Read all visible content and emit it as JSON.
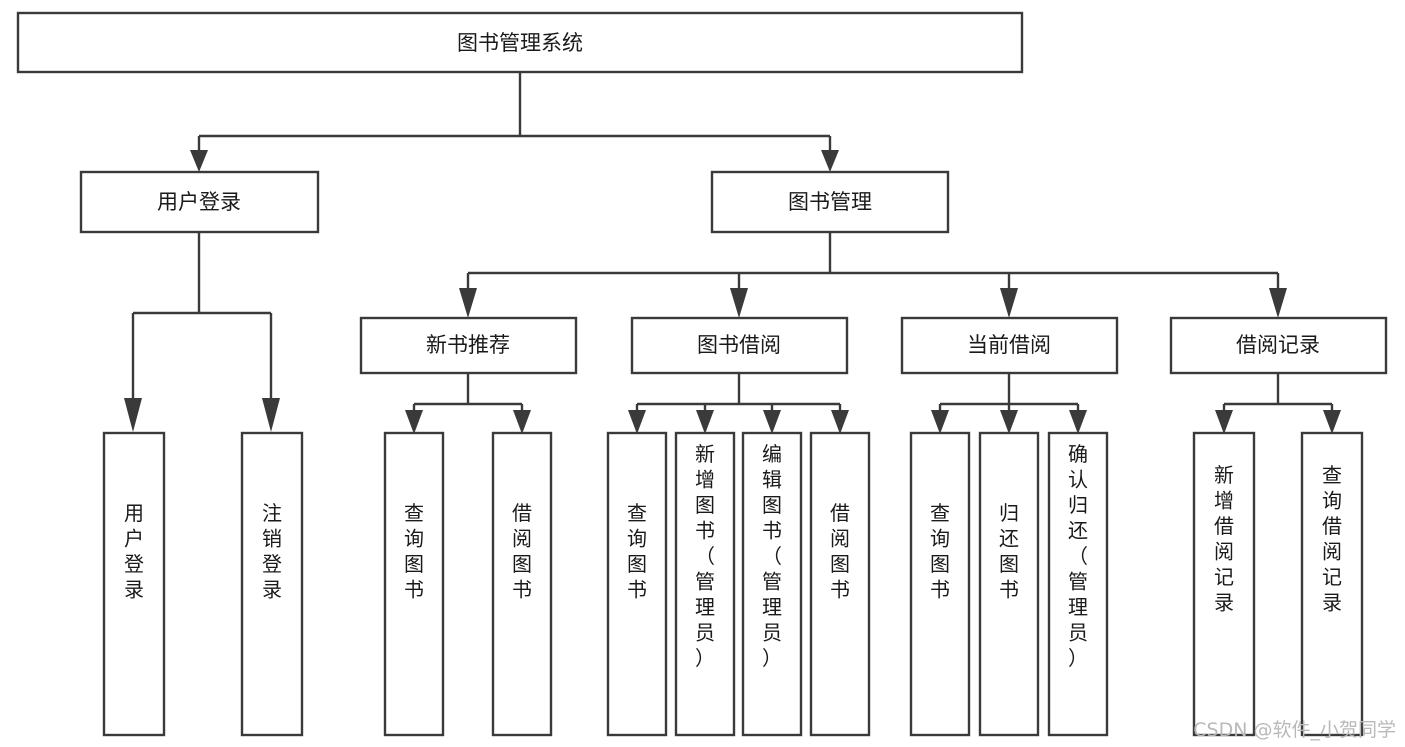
{
  "diagram": {
    "type": "tree-hierarchy",
    "title": "图书管理系统",
    "orientation": "top-down",
    "background_color": "#ffffff",
    "box_stroke_color": "#3a3a3a",
    "box_fill_color": "#ffffff",
    "text_color": "#1a1a1a"
  },
  "nodes": {
    "root": {
      "label": "图书管理系统",
      "level": 0,
      "orientation": "horizontal"
    },
    "l1": [
      {
        "id": "user-login",
        "label": "用户登录",
        "level": 1,
        "orientation": "horizontal"
      },
      {
        "id": "book-management",
        "label": "图书管理",
        "level": 1,
        "orientation": "horizontal"
      }
    ],
    "l2": [
      {
        "id": "new-book-recommend",
        "label": "新书推荐",
        "level": 2,
        "orientation": "horizontal",
        "parent": "book-management"
      },
      {
        "id": "book-borrow",
        "label": "图书借阅",
        "level": 2,
        "orientation": "horizontal",
        "parent": "book-management"
      },
      {
        "id": "current-borrow",
        "label": "当前借阅",
        "level": 2,
        "orientation": "horizontal",
        "parent": "book-management"
      },
      {
        "id": "borrow-record",
        "label": "借阅记录",
        "level": 2,
        "orientation": "horizontal",
        "parent": "book-management"
      }
    ],
    "leaves": [
      {
        "id": "leaf-user-login",
        "label": "用户登录",
        "parent": "user-login",
        "orientation": "vertical"
      },
      {
        "id": "leaf-user-logout",
        "label": "注销登录",
        "parent": "user-login",
        "orientation": "vertical"
      },
      {
        "id": "leaf-query-book-1",
        "label": "查询图书",
        "parent": "new-book-recommend",
        "orientation": "vertical"
      },
      {
        "id": "leaf-borrow-book-1",
        "label": "借阅图书",
        "parent": "new-book-recommend",
        "orientation": "vertical"
      },
      {
        "id": "leaf-query-book-2",
        "label": "查询图书",
        "parent": "book-borrow",
        "orientation": "vertical"
      },
      {
        "id": "leaf-add-book",
        "label": "新增图书（管理员）",
        "parent": "book-borrow",
        "orientation": "vertical"
      },
      {
        "id": "leaf-edit-book",
        "label": "编辑图书（管理员）",
        "parent": "book-borrow",
        "orientation": "vertical"
      },
      {
        "id": "leaf-borrow-book-2",
        "label": "借阅图书",
        "parent": "book-borrow",
        "orientation": "vertical"
      },
      {
        "id": "leaf-query-book-3",
        "label": "查询图书",
        "parent": "current-borrow",
        "orientation": "vertical"
      },
      {
        "id": "leaf-return-book",
        "label": "归还图书",
        "parent": "current-borrow",
        "orientation": "vertical"
      },
      {
        "id": "leaf-confirm-return",
        "label": "确认归还（管理员）",
        "parent": "current-borrow",
        "orientation": "vertical"
      },
      {
        "id": "leaf-add-record",
        "label": "新增借阅记录",
        "parent": "borrow-record",
        "orientation": "vertical"
      },
      {
        "id": "leaf-query-record",
        "label": "查询借阅记录",
        "parent": "borrow-record",
        "orientation": "vertical"
      }
    ]
  },
  "watermark": {
    "text": "CSDN @软件_小贺同学",
    "color": "#b9b9b9"
  }
}
